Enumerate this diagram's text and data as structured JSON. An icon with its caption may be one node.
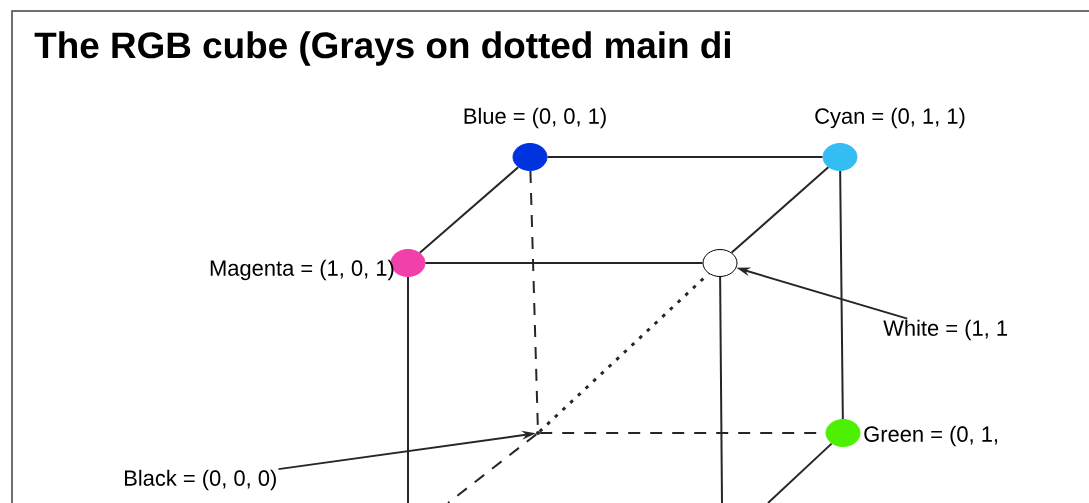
{
  "diagram": {
    "title": "The RGB cube (Grays on dotted main di",
    "nodes": [
      {
        "text": [],
        "shape": "circle",
        "beside": [
          "Blue = (0, 0, 1)"
        ]
      },
      {
        "text": [],
        "shape": "circle",
        "beside": [
          "Cyan = (0, 1, 1)"
        ]
      },
      {
        "text": [],
        "shape": "circle",
        "beside": [
          "Magenta = (1, 0, 1)"
        ]
      },
      {
        "text": [],
        "shape": "circle"
      },
      {
        "text": [],
        "shape": "circle",
        "beside": [
          "Green = (0, 1,"
        ]
      },
      {
        "text": [],
        "shape": "point"
      },
      {
        "text": [
          "White = (1, 1"
        ]
      },
      {
        "text": [
          "Black = (0, 0, 0)"
        ]
      }
    ],
    "edges": [
      {
        "from": 0,
        "to": 1,
        "arrow": "none"
      },
      {
        "from": 2,
        "to": 0,
        "arrow": "none"
      },
      {
        "from": 3,
        "to": 1,
        "arrow": "none"
      },
      {
        "from": 2,
        "to": 3,
        "arrow": "none"
      },
      {
        "from": 1,
        "to": 4,
        "arrow": "none"
      },
      {
        "from": 0,
        "to": 5,
        "arrow": "none",
        "style": "dashed"
      },
      {
        "from": 5,
        "to": 4,
        "arrow": "none",
        "style": "dashed"
      },
      {
        "from": 5,
        "to": 3,
        "arrow": "none",
        "style": "dashed"
      },
      {
        "from": 6,
        "to": 3,
        "arrow": "to"
      },
      {
        "from": 7,
        "to": 5,
        "arrow": "to"
      },
      {
        "from": 2,
        "to": null,
        "arrow": "none"
      },
      {
        "from": 3,
        "to": null,
        "arrow": "none"
      },
      {
        "from": 4,
        "to": null,
        "arrow": "none"
      },
      {
        "from": 5,
        "to": null,
        "arrow": "none",
        "style": "dashed"
      }
    ]
  }
}
